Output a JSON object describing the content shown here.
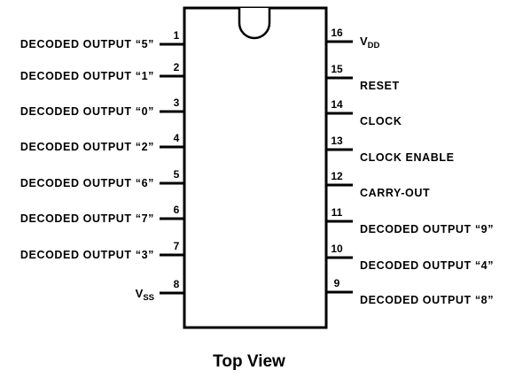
{
  "caption": "Top View",
  "left_pins": [
    {
      "number": "1",
      "label": "DECODED OUTPUT “5”"
    },
    {
      "number": "2",
      "label": "DECODED OUTPUT “1”"
    },
    {
      "number": "3",
      "label": "DECODED OUTPUT “0”"
    },
    {
      "number": "4",
      "label": "DECODED OUTPUT “2”"
    },
    {
      "number": "5",
      "label": "DECODED OUTPUT “6”"
    },
    {
      "number": "6",
      "label": "DECODED OUTPUT “7”"
    },
    {
      "number": "7",
      "label": "DECODED OUTPUT “3”"
    },
    {
      "number": "8",
      "label": "",
      "supply_main": "V",
      "supply_sub": "SS"
    }
  ],
  "right_pins": [
    {
      "number": "16",
      "label": "",
      "supply_main": "V",
      "supply_sub": "DD"
    },
    {
      "number": "15",
      "label": "RESET"
    },
    {
      "number": "14",
      "label": "CLOCK"
    },
    {
      "number": "13",
      "label": "CLOCK ENABLE"
    },
    {
      "number": "12",
      "label": "CARRY-OUT"
    },
    {
      "number": "11",
      "label": "DECODED OUTPUT “9”"
    },
    {
      "number": "10",
      "label": "DECODED OUTPUT “4”"
    },
    {
      "number": "9",
      "label": "DECODED OUTPUT “8”"
    }
  ]
}
